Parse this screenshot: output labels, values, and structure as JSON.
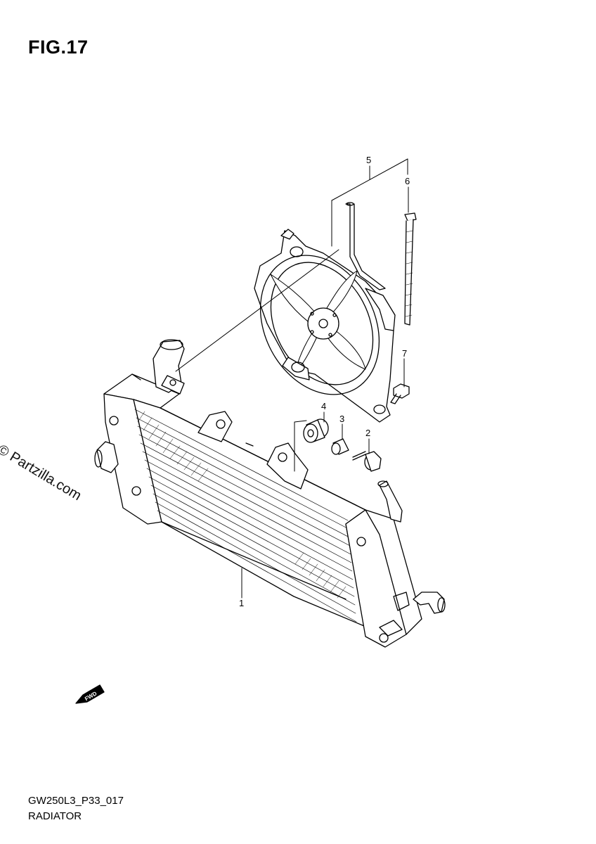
{
  "figure": {
    "title": "FIG.17"
  },
  "drawing": {
    "code": "GW250L3_P33_017",
    "name": "RADIATOR"
  },
  "watermark": "© Partzilla.com",
  "footer_note": "",
  "callouts": [
    {
      "id": "1",
      "label": "1"
    },
    {
      "id": "2",
      "label": "2"
    },
    {
      "id": "3",
      "label": "3"
    },
    {
      "id": "4",
      "label": "4"
    },
    {
      "id": "5",
      "label": "5"
    },
    {
      "id": "6",
      "label": "6"
    },
    {
      "id": "7",
      "label": "7"
    }
  ],
  "direction_arrow": {
    "label": "FWD"
  },
  "colors": {
    "line": "#000000",
    "background": "#ffffff"
  }
}
